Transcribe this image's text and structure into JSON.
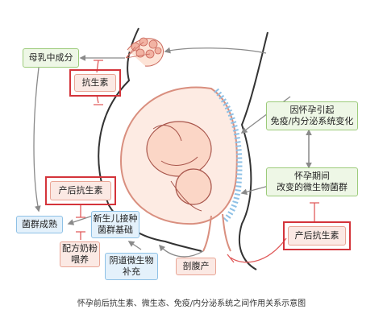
{
  "diagram": {
    "caption": "怀孕前后抗生素、微生态、免疫/内分泌系统之间作用关系示意图",
    "nodes": {
      "breast_milk": "母乳中成分",
      "antibiotic_top": "抗生素",
      "pregnancy_immune": "因怀孕引起\n免疫/内分泌系统变化",
      "pregnancy_microbe": "怀孕期间\n改变的微生物菌群",
      "postpartum_antibiotic_left": "产后抗生素",
      "postpartum_antibiotic_right": "产后抗生素",
      "flora_maturation": "菌群成熟",
      "newborn_flora": "新生儿接种\n菌群基础",
      "formula_feeding": "配方奶粉\n喂养",
      "vaginal_microbe": "阴道微生物\n补充",
      "c_section": "剖腹产"
    },
    "colors": {
      "green_box": "#eef7e6",
      "blue_box": "#e4f1fb",
      "pink_box": "#fbe9e4",
      "highlight_red": "#d4343b",
      "inhibit_red": "#e05a5a",
      "arrow_gray": "#8a8a8a"
    }
  }
}
